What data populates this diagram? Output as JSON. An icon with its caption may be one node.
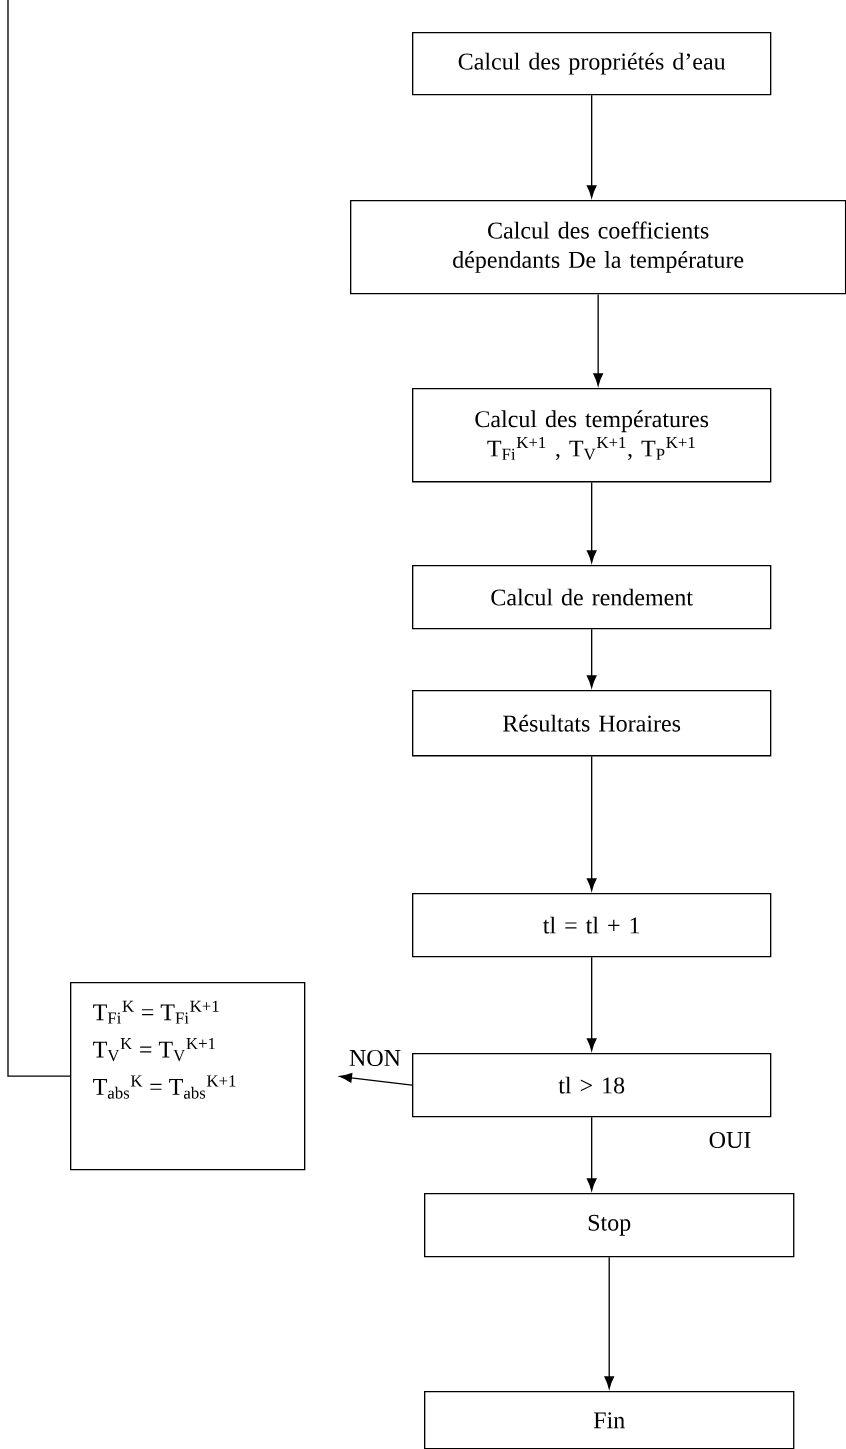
{
  "diagram": {
    "nodes": [
      {
        "text": [
          "Calcul des propriétés d’eau"
        ]
      },
      {
        "text": [
          "Calcul des coefficients dépendants De la température"
        ]
      },
      {
        "text": [
          "Calcul des températures",
          "T$_{Fi}$$^{K+1}$ , T$_{V}$$^{K+1}$, T$_{P}$$^{K+1}$"
        ]
      },
      {
        "text": [
          "Calcul de rendement"
        ]
      },
      {
        "text": [
          "Résultats Horaires"
        ]
      },
      {
        "text": [
          "tl = tl + 1"
        ]
      },
      {
        "text": [
          "tl > 18"
        ]
      },
      {
        "text": [
          "T$_{Fi}$$^{K}$ = T$_{Fi}$$^{K+1}$",
          "T$_{V}$$^{K}$ = T$_{V}$$^{K+1}$",
          "T$_{abs}$$^{K}$ = T$_{abs}$$^{K+1}$"
        ]
      },
      {
        "text": [
          "Stop"
        ]
      },
      {
        "text": [
          "Fin"
        ]
      }
    ],
    "edges": [
      {
        "from": 0,
        "to": 1,
        "arrow": "to"
      },
      {
        "from": 1,
        "to": 2,
        "arrow": "to"
      },
      {
        "from": 2,
        "to": 3,
        "arrow": "to"
      },
      {
        "from": 3,
        "to": 4,
        "arrow": "to"
      },
      {
        "from": 4,
        "to": 5,
        "arrow": "to"
      },
      {
        "from": 5,
        "to": 6,
        "arrow": "to"
      },
      {
        "from": 6,
        "to": 7,
        "label": "NON",
        "arrow": "to"
      },
      {
        "from": 6,
        "to": 8,
        "label": "OUI",
        "arrow": "to"
      },
      {
        "from": 8,
        "to": 9,
        "arrow": "to"
      },
      {
        "from": 7,
        "to": null,
        "arrow": "none"
      }
    ]
  }
}
